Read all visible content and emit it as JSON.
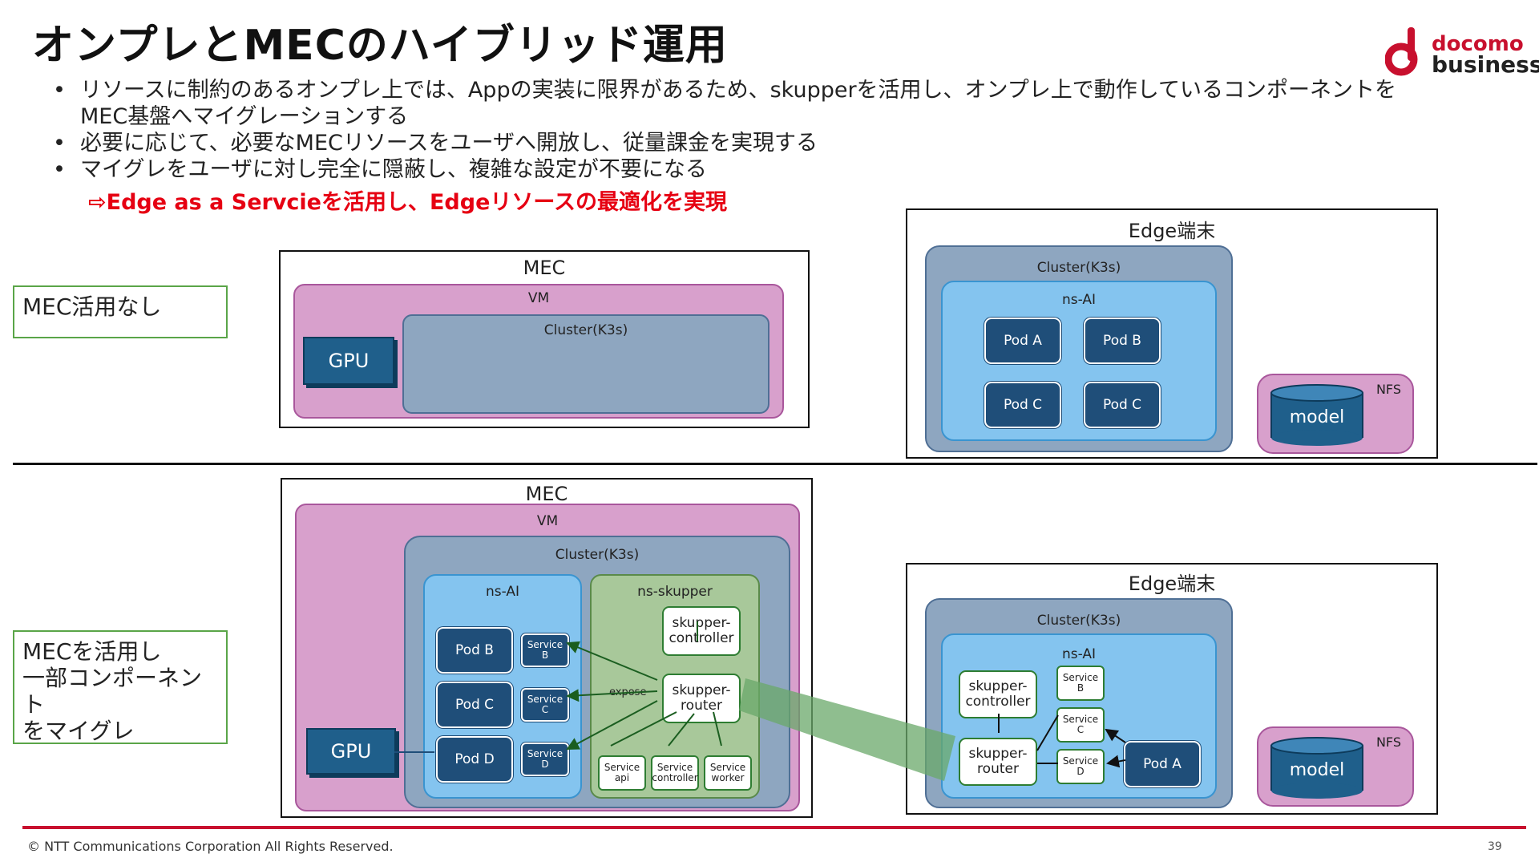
{
  "title": "オンプレとMECのハイブリッド運用",
  "logo": {
    "line1": "docomo",
    "line2": "business"
  },
  "bullets": [
    "リソースに制約のあるオンプレ上では、Appの実装に限界があるため、skupperを活用し、オンプレ上で動作しているコンポーネントを",
    "MEC基盤へマイグレーションする",
    "必要に応じて、必要なMECリソースをユーザへ開放し、従量課金を実現する",
    "マイグレをユーザに対し完全に隠蔽し、複雑な設定が不要になる"
  ],
  "emphasis": "⇨Edge as a Servcieを活用し、Edgeリソースの最適化を実現",
  "top": {
    "label": "MEC活用なし",
    "mec": {
      "title": "MEC",
      "vm": "VM",
      "cluster": "Cluster(K3s)",
      "gpu": "GPU"
    },
    "edge": {
      "title": "Edge端末",
      "cluster": "Cluster(K3s)",
      "ns": "ns-AI",
      "pods": [
        "Pod A",
        "Pod B",
        "Pod C",
        "Pod C"
      ],
      "nfs": "NFS",
      "model": "model"
    }
  },
  "bottom": {
    "label_lines": [
      "MECを活用し",
      "一部コンポーネント",
      "をマイグレ"
    ],
    "mec": {
      "title": "MEC",
      "vm": "VM",
      "cluster": "Cluster(K3s)",
      "gpu": "GPU",
      "ns_ai": "ns-AI",
      "pods": [
        "Pod B",
        "Pod C",
        "Pod D"
      ],
      "services": [
        [
          "Service",
          "B"
        ],
        [
          "Service",
          "C"
        ],
        [
          "Service",
          "D"
        ]
      ],
      "ns_skupper": "ns-skupper",
      "skupper_controller": [
        "skupper-",
        "controller"
      ],
      "skupper_router": [
        "skupper-",
        "router"
      ],
      "expose": "expose",
      "bottom_services": [
        [
          "Service",
          "api"
        ],
        [
          "Service",
          "controller"
        ],
        [
          "Service",
          "worker"
        ]
      ]
    },
    "edge": {
      "title": "Edge端末",
      "cluster": "Cluster(K3s)",
      "ns": "ns-AI",
      "skupper_controller": [
        "skupper-",
        "controller"
      ],
      "skupper_router": [
        "skupper-",
        "router"
      ],
      "services": [
        [
          "Service",
          "B"
        ],
        [
          "Service",
          "C"
        ],
        [
          "Service",
          "D"
        ]
      ],
      "pod": "Pod A",
      "nfs": "NFS",
      "model": "model"
    }
  },
  "footer": "© NTT Communications Corporation All Rights Reserved.",
  "page_number": "39",
  "colors": {
    "accent_red": "#e60012",
    "brand_red": "#c8102e",
    "pod_blue": "#1f4e79",
    "tunnel_green": "#6aa86a"
  }
}
